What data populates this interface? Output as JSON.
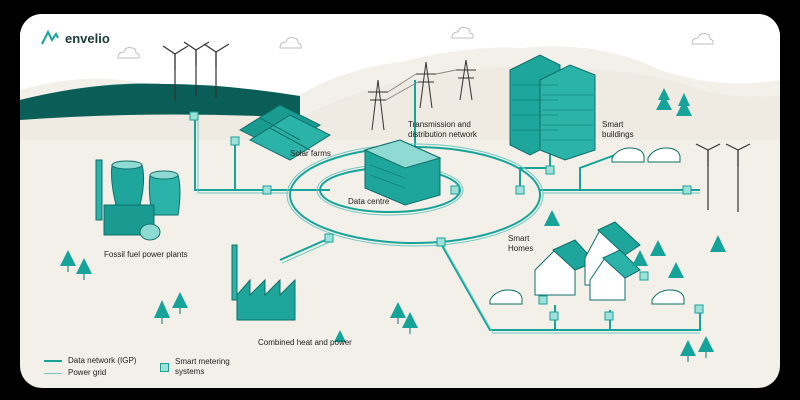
{
  "brand": {
    "name": "envelio"
  },
  "labels": {
    "solar_farms": "Solar farms",
    "transmission": "Transmission and\ndistribution network",
    "smart_buildings": "Smart\nbuildings",
    "data_centre": "Data centre",
    "fossil": "Fossil fuel power plants",
    "smart_homes": "Smart\nHomes",
    "chp": "Combined heat and power"
  },
  "legend": {
    "data_network": "Data network (IGP)",
    "power_grid": "Power grid",
    "smart_metering": "Smart metering\nsystems"
  },
  "colors": {
    "teal": "#16a39a",
    "teal_light": "#9fe0d8",
    "teal_dark": "#0e6f69",
    "background": "#f3f0ea"
  },
  "icons": [
    "logo-icon",
    "cloud-icon",
    "wind-turbine-icon",
    "solar-panel-icon",
    "pylon-icon",
    "building-icon",
    "car-icon",
    "tree-icon",
    "power-plant-icon",
    "factory-icon",
    "house-icon",
    "server-icon"
  ]
}
